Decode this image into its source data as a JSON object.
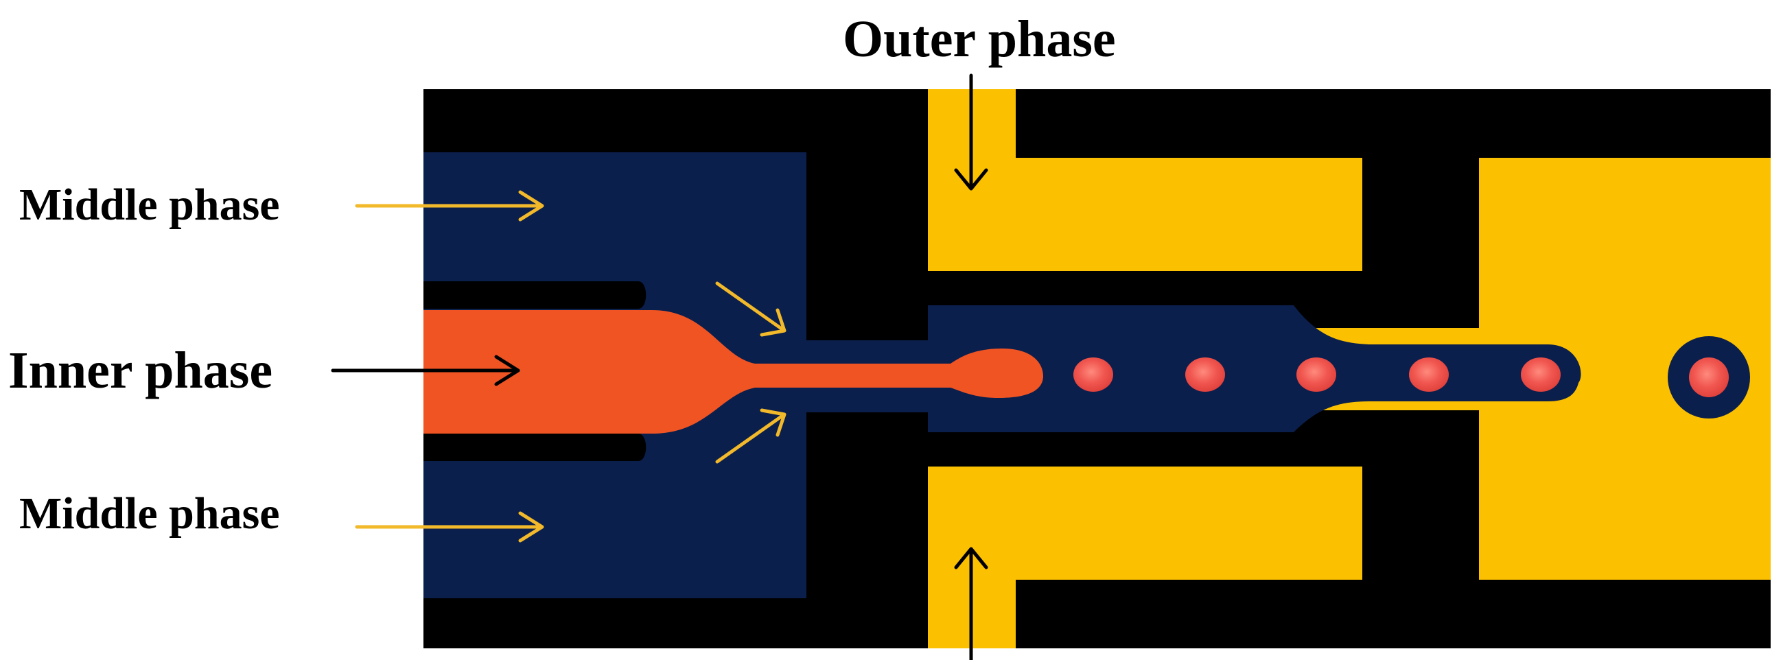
{
  "labels": {
    "outer_phase": "Outer phase",
    "middle_phase_top": "Middle phase",
    "inner_phase": "Inner phase",
    "middle_phase_bottom": "Middle phase"
  },
  "droplet_count": 5,
  "colors": {
    "wall": "#000000",
    "middle_fluid": "#0b1f4d",
    "outer_fluid": "#fbc000",
    "inner_fluid": "#f05423",
    "droplet": "#f0564f",
    "flow_arrow_yellow": "#f2b92a",
    "flow_arrow_black": "#000000",
    "background": "#ffffff"
  }
}
